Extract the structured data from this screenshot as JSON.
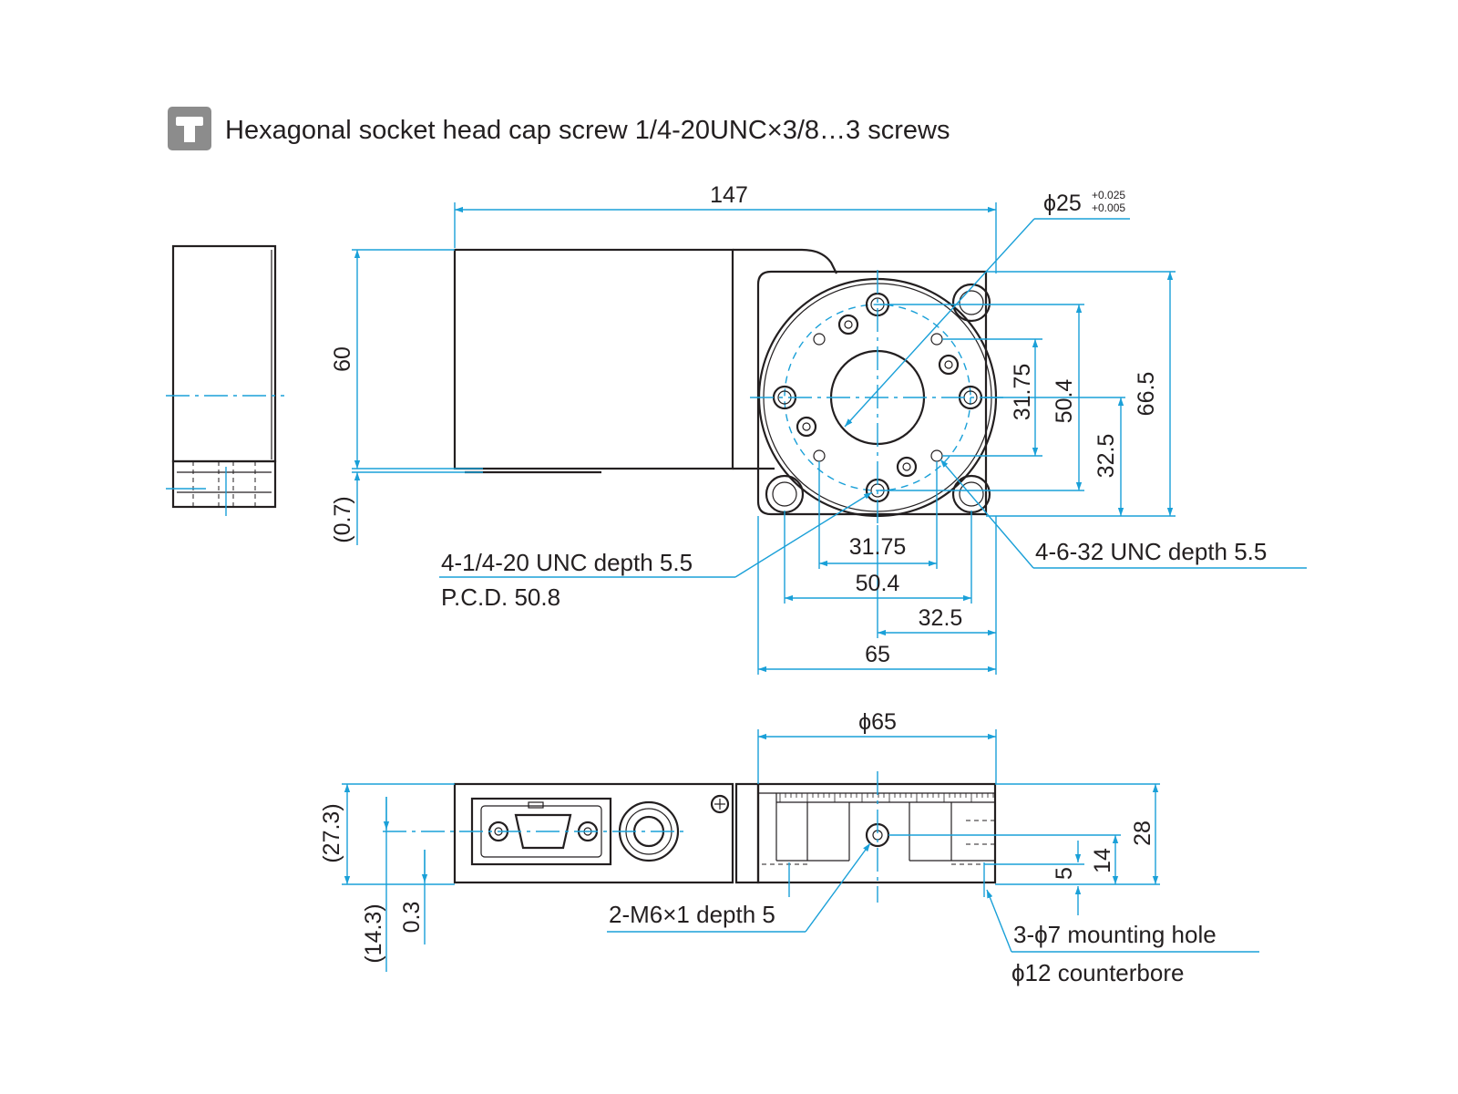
{
  "header": {
    "icon": "screw-icon",
    "text": "Hexagonal socket head cap screw 1/4-20UNC×3/8…3 screws"
  },
  "dimensions": {
    "overall_length": "147",
    "bore": "ϕ25",
    "bore_tol_upper": "+0.025",
    "bore_tol_lower": "+0.005",
    "height_60": "60",
    "offset_07": "(0.7)",
    "v_3175": "31.75",
    "v_504": "50.4",
    "v_325": "32.5",
    "v_665": "66.5",
    "h_3175": "31.75",
    "h_504": "50.4",
    "h_325": "32.5",
    "h_65": "65",
    "dia_65": "ϕ65",
    "side_273": "(27.3)",
    "side_143": "(14.3)",
    "side_03": "0.3",
    "side_5": "5",
    "side_14": "14",
    "side_28": "28"
  },
  "callouts": {
    "unc_large_line1": "4-1/4-20 UNC depth 5.5",
    "unc_large_line2": "P.C.D. 50.8",
    "unc_small": "4-6-32 UNC depth 5.5",
    "m6": "2-M6×1 depth 5",
    "mount_line1": "3-ϕ7 mounting hole",
    "mount_line2": "ϕ12 counterbore"
  },
  "colors": {
    "dimension": "#1aa0d8",
    "outline": "#231f20",
    "icon_bg": "#8c8c8c"
  }
}
